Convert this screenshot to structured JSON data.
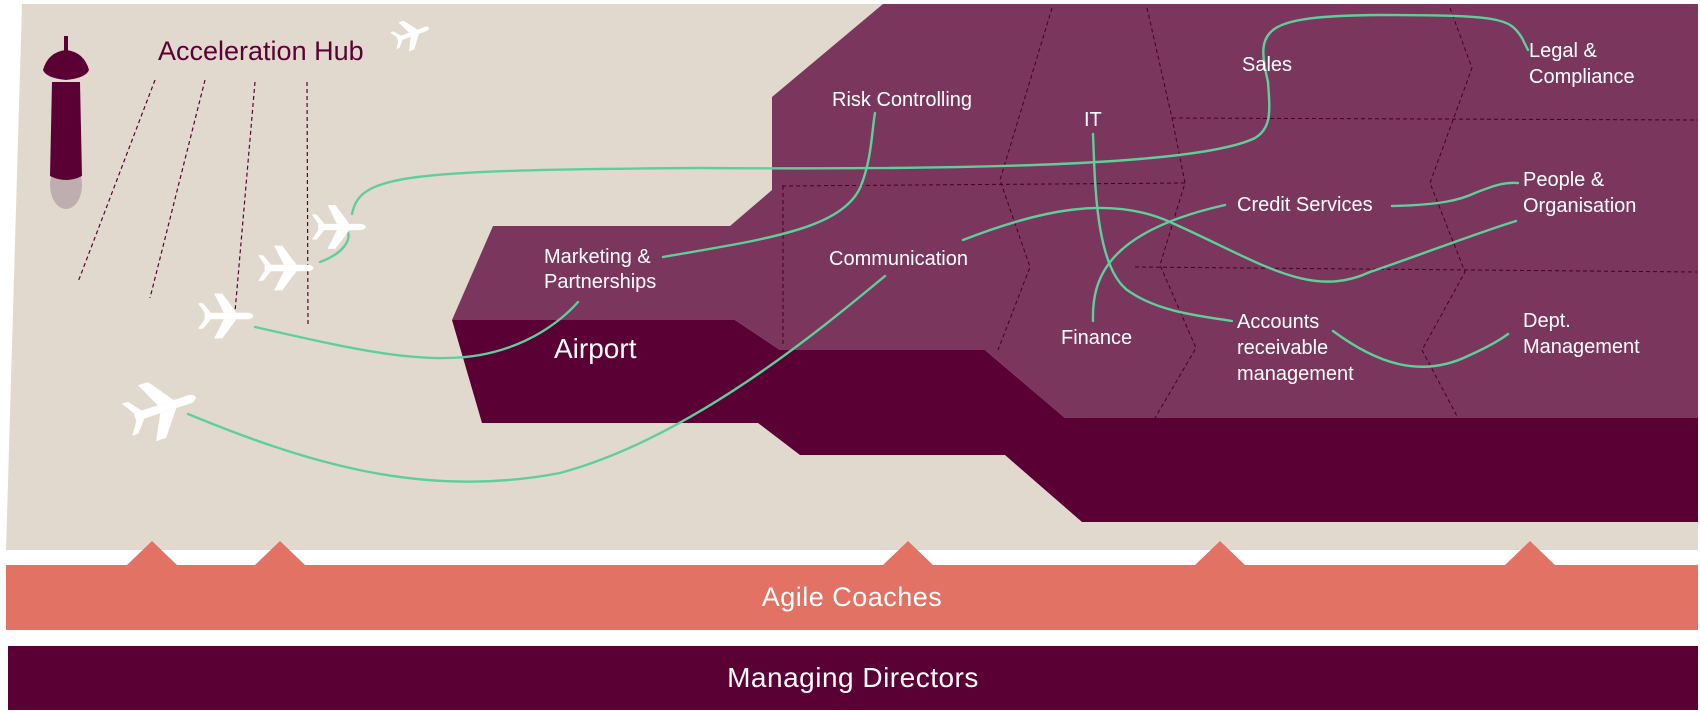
{
  "diagram": {
    "title": "Acceleration Hub",
    "airport_label": "Airport",
    "departments": {
      "risk_controlling": "Risk Controlling",
      "it": "IT",
      "sales": "Sales",
      "legal_line1": "Legal &",
      "legal_line2": "Compliance",
      "marketing_line1": "Marketing &",
      "marketing_line2": "Partnerships",
      "communication": "Communication",
      "credit_services": "Credit Services",
      "people_line1": "People &",
      "people_line2": "Organisation",
      "finance": "Finance",
      "accounts_line1": "Accounts",
      "accounts_line2": "receivable",
      "accounts_line3": "management",
      "dept_line1": "Dept.",
      "dept_line2": "Management"
    },
    "agile_coaches": "Agile Coaches",
    "managing_directors": "Managing Directors"
  },
  "colors": {
    "ground": "#e2d9ce",
    "building_top": "#7b365e",
    "building_side": "#5b0035",
    "route_line": "#5fcf9a",
    "coaches_band": "#e27263",
    "directors_band": "#5b0035",
    "tower": "#5b0035",
    "plane": "#ffffff"
  }
}
